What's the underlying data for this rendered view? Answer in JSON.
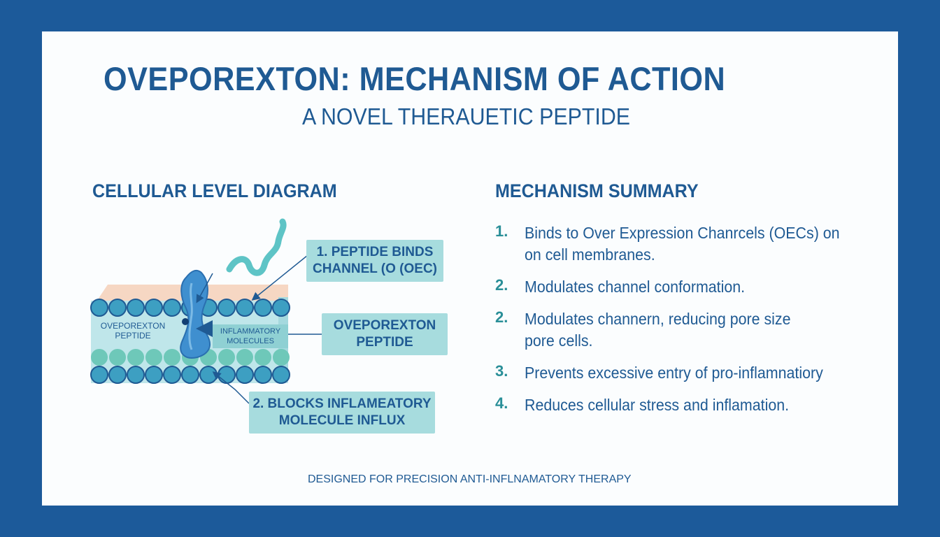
{
  "title": "OVEPOREXTON: MECHANISM OF ACTION",
  "subtitle": "A NOVEL THERAUETIC PEPTIDE",
  "left_heading": "CELLULAR LEVEL DIAGRAM",
  "right_heading": "MECHANISM SUMMARY",
  "diagram": {
    "callout_1": [
      "1. PEPTIDE BINDS",
      "CHANNEL (O (OEC)"
    ],
    "callout_peptide": [
      "OVEPOREXTON",
      "PEPTIDE"
    ],
    "callout_2": [
      "2. BLOCKS INFLAMEATORY",
      "MOLECULE INFLUX"
    ],
    "membrane_label": [
      "OVEPOREXTON",
      "PEPTIDE"
    ],
    "inflammatory_label": [
      "INFLAMMATORY",
      "MOLECULES"
    ]
  },
  "steps": [
    {
      "num": "1.",
      "lines": [
        "Binds to Over Expression Chanrcels (OECs) on",
        "on cell membranes."
      ]
    },
    {
      "num": "2.",
      "lines": [
        "Modulates channel conformation."
      ]
    },
    {
      "num": "2.",
      "lines": [
        "Modulates channern, reducing pore size",
        "pore cells."
      ]
    },
    {
      "num": "3.",
      "lines": [
        "Prevents excessive entry of pro-inflamnatiory"
      ]
    },
    {
      "num": "4.",
      "lines": [
        "Reduces cellular stress and inflamation."
      ]
    }
  ],
  "footer": "DESIGNED FOR PRECISION ANTI-INFLNAMATORY THERAPY",
  "colors": {
    "frame": "#1c5a9a",
    "card": "#fbfdfe",
    "text_blue": "#1f5a93",
    "teal": "#2a8f98",
    "callout_fill": "#a7dcde",
    "membrane_bubble": "#3d9fc2",
    "membrane_top": "#f6d7c3",
    "peptide": "#3f8fcf"
  }
}
